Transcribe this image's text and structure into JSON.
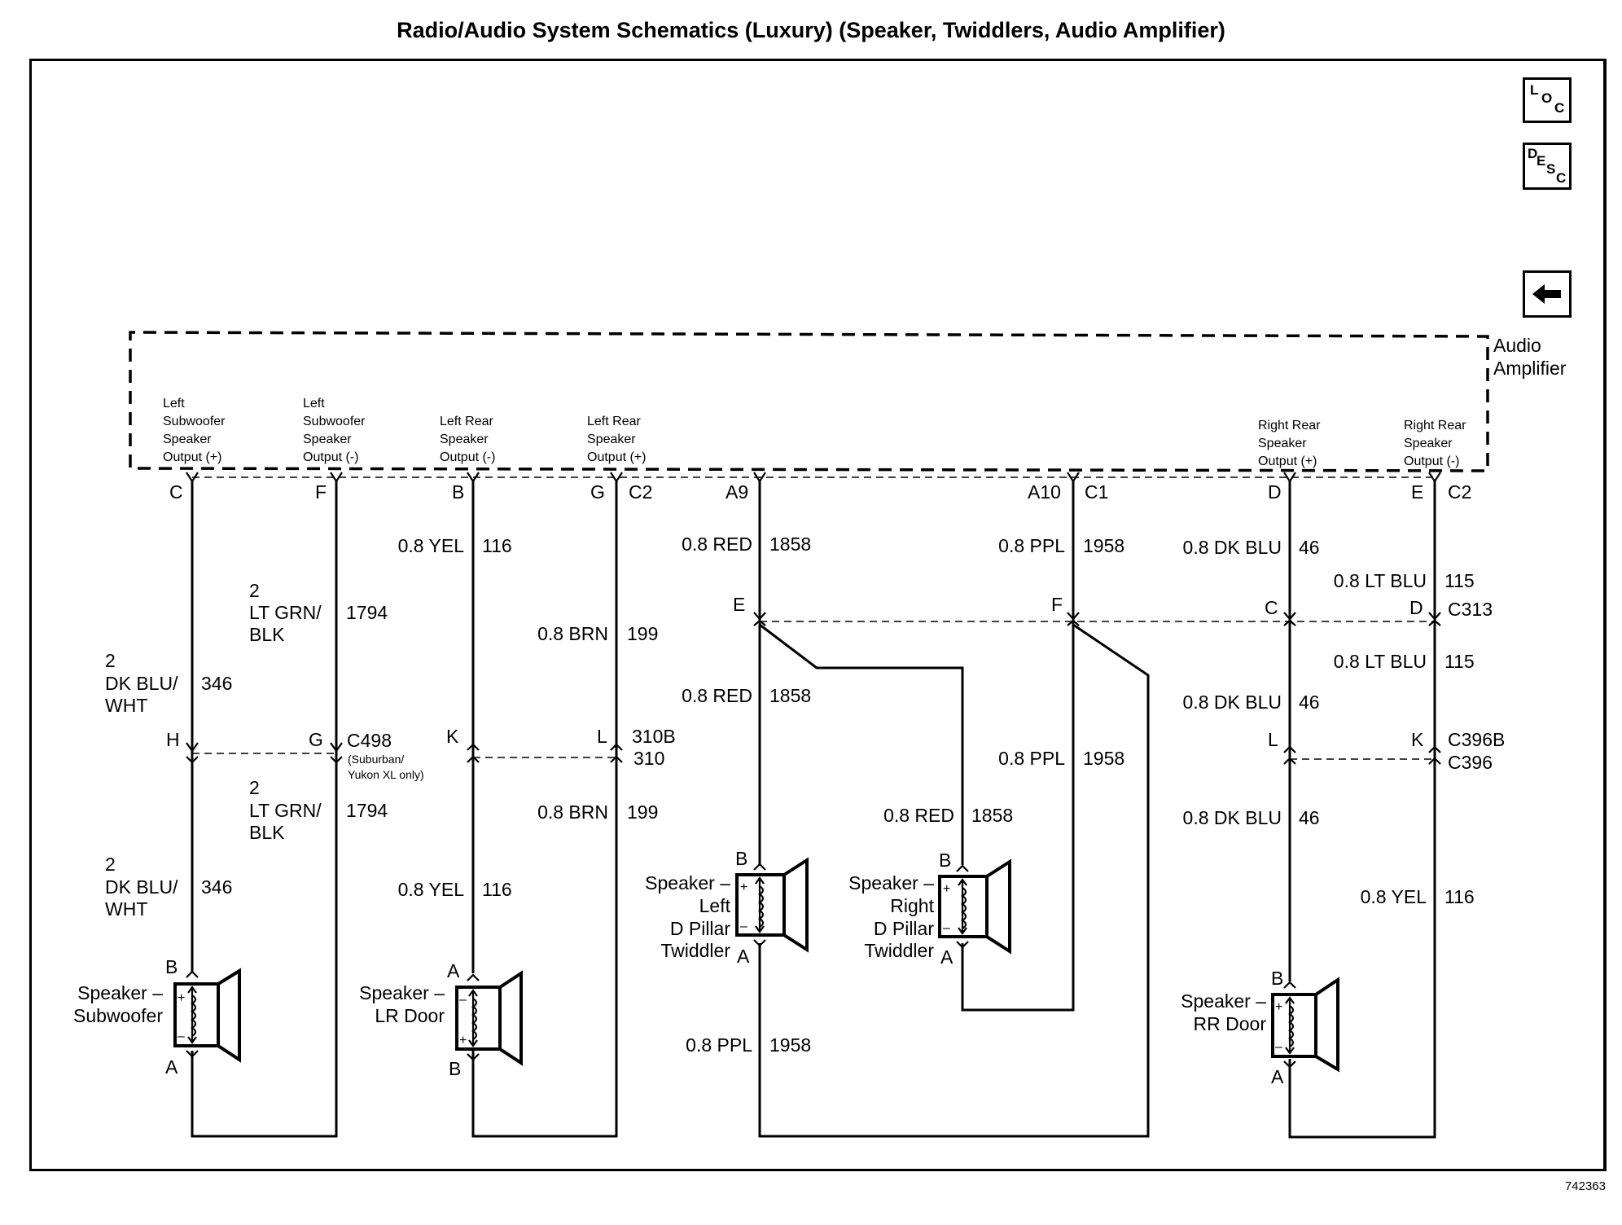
{
  "title": "Radio/Audio System Schematics (Luxury) (Speaker, Twiddlers, Audio Amplifier)",
  "figure_number": "742363",
  "nav_icons": {
    "loc": [
      "L",
      "O",
      "C"
    ],
    "desc": [
      "D",
      "E",
      "S",
      "C"
    ],
    "back": "back-arrow"
  },
  "amplifier": {
    "name_line1": "Audio",
    "name_line2": "Amplifier",
    "outputs": [
      [
        "Left",
        "Subwoofer",
        "Speaker",
        "Output (+)"
      ],
      [
        "Left",
        "Subwoofer",
        "Speaker",
        "Output (-)"
      ],
      [
        "Left Rear",
        "Speaker",
        "Output (-)"
      ],
      [
        "Left Rear",
        "Speaker",
        "Output (+)"
      ],
      [
        "Right Rear",
        "Speaker",
        "Output (+)"
      ],
      [
        "Right Rear",
        "Speaker",
        "Output (-)"
      ]
    ]
  },
  "amp_pins": {
    "c1": "C",
    "c2": "F",
    "c3": "B",
    "c4": "G",
    "c4_conn": "C2",
    "c5": "A9",
    "c6": "A10",
    "c6_conn": "C1",
    "c7": "D",
    "c8": "E",
    "c8_conn": "C2"
  },
  "wires": {
    "w346_gauge": "2",
    "w346_color1": "DK BLU/",
    "w346_color2": "WHT",
    "w346_circuit": "346",
    "w1794_gauge": "2",
    "w1794_color1": "LT GRN/",
    "w1794_color2": "BLK",
    "w1794_circuit": "1794",
    "w116_top": "0.8 YEL",
    "w116_circuit": "116",
    "w199": "0.8 BRN",
    "w199_circuit": "199",
    "w1858": "0.8 RED",
    "w1858_circuit": "1858",
    "w1958": "0.8 PPL",
    "w1958_circuit": "1958",
    "w46": "0.8 DK BLU",
    "w46_circuit": "46",
    "w115": "0.8 LT BLU",
    "w115_circuit": "115",
    "w116_right": "0.8 YEL",
    "w116_right_circuit": "116"
  },
  "connectors": {
    "c498": {
      "name": "C498",
      "note1": "(Suburban/",
      "note2": "Yukon XL only)",
      "pin_h": "H",
      "pin_g": "G"
    },
    "c310": {
      "name1": "310B",
      "name2": "310",
      "pin_k": "K",
      "pin_l": "L"
    },
    "c313": {
      "name": "C313",
      "pin_e": "E",
      "pin_f": "F",
      "pin_c": "C",
      "pin_d": "D"
    },
    "c396": {
      "name1": "C396B",
      "name2": "C396",
      "pin_l": "L",
      "pin_k": "K"
    }
  },
  "speakers": {
    "subwoofer": {
      "line1": "Speaker –",
      "line2": "Subwoofer",
      "top_pin": "B",
      "bottom_pin": "A",
      "top_sign": "+",
      "bottom_sign": "–"
    },
    "lr_door": {
      "line1": "Speaker –",
      "line2": "LR Door",
      "top_pin": "A",
      "bottom_pin": "B",
      "top_sign": "–",
      "bottom_sign": "+"
    },
    "left_twiddler": {
      "line1": "Speaker –",
      "line2": "Left",
      "line3": "D Pillar",
      "line4": "Twiddler",
      "top_pin": "B",
      "bottom_pin": "A",
      "top_sign": "+",
      "bottom_sign": "–"
    },
    "right_twiddler": {
      "line1": "Speaker –",
      "line2": "Right",
      "line3": "D Pillar",
      "line4": "Twiddler",
      "top_pin": "B",
      "bottom_pin": "A",
      "top_sign": "+",
      "bottom_sign": "–"
    },
    "rr_door": {
      "line1": "Speaker –",
      "line2": "RR Door",
      "top_pin": "B",
      "bottom_pin": "A",
      "top_sign": "+",
      "bottom_sign": "–"
    }
  }
}
